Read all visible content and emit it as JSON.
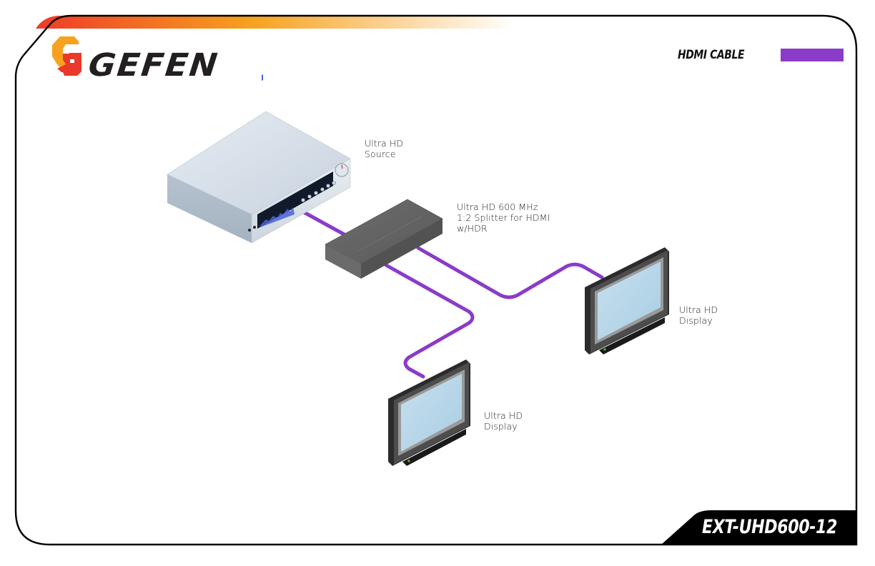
{
  "brand": {
    "name": "GEFEN",
    "logo_colors": {
      "orange": "#F7A11E",
      "red": "#E8392A",
      "text": "#231F20"
    }
  },
  "header": {
    "gradient_colors": [
      "#EE3B28",
      "#F7A11E",
      "#FFFFFF"
    ]
  },
  "legend": {
    "items": [
      {
        "label": "HDMI CABLE",
        "color": "#8A3BC8"
      }
    ]
  },
  "footer": {
    "model": "EXT-UHD600-12"
  },
  "diagram": {
    "cable_color": "#8A3BC8",
    "devices": [
      {
        "id": "source",
        "icon": "av-receiver-icon",
        "label_lines": [
          "Ultra HD",
          "Source"
        ]
      },
      {
        "id": "splitter",
        "icon": "splitter-box-icon",
        "label_lines": [
          "Ultra HD 600 MHz",
          "1:2 Splitter for HDMI",
          "w/HDR"
        ]
      },
      {
        "id": "display1",
        "icon": "display-monitor-icon",
        "label_lines": [
          "Ultra HD",
          "Display"
        ]
      },
      {
        "id": "display2",
        "icon": "display-monitor-icon",
        "label_lines": [
          "Ultra HD",
          "Display"
        ]
      }
    ],
    "connections": [
      {
        "from": "source",
        "to": "splitter",
        "type": "HDMI CABLE"
      },
      {
        "from": "splitter",
        "to": "display1",
        "type": "HDMI CABLE"
      },
      {
        "from": "splitter",
        "to": "display2",
        "type": "HDMI CABLE"
      }
    ]
  }
}
